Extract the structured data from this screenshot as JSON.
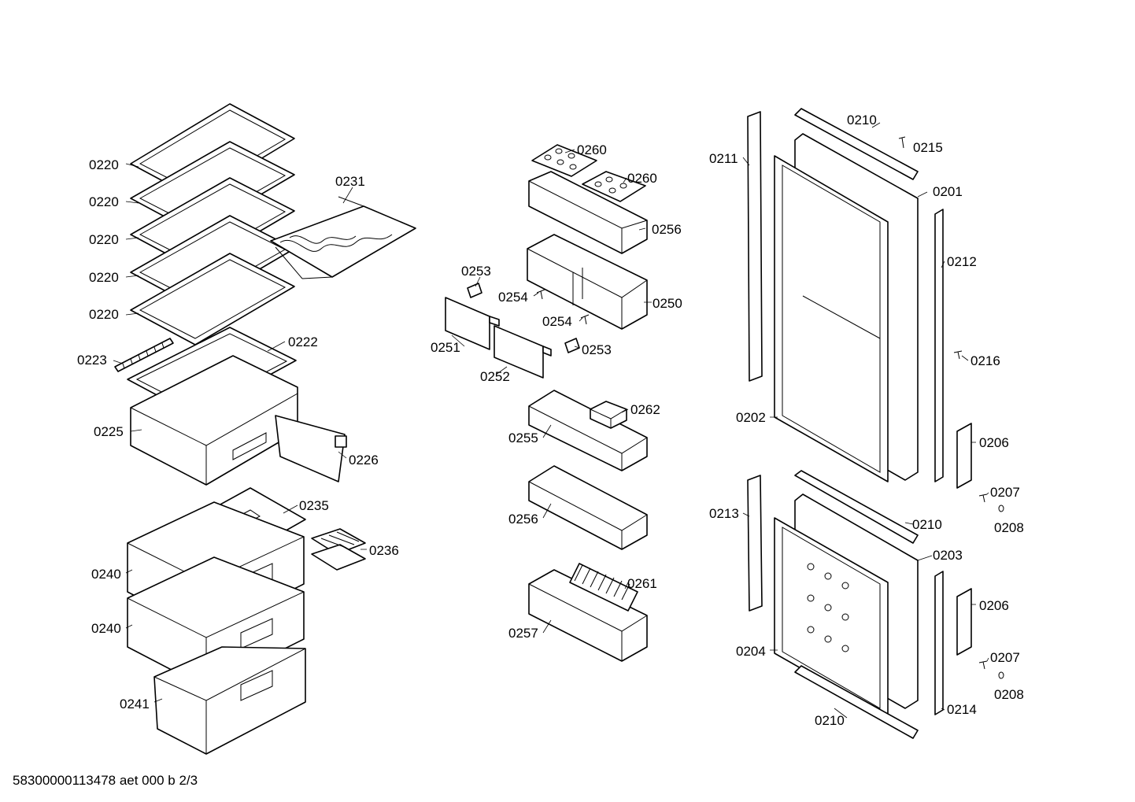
{
  "labels": {
    "l0220a": "0220",
    "l0220b": "0220",
    "l0220c": "0220",
    "l0220d": "0220",
    "l0220e": "0220",
    "l0223": "0223",
    "l0222": "0222",
    "l0225": "0225",
    "l0226": "0226",
    "l0231": "0231",
    "l0235": "0235",
    "l0236": "0236",
    "l0240a": "0240",
    "l0240b": "0240",
    "l0241": "0241",
    "l0260a": "0260",
    "l0260b": "0260",
    "l0256a": "0256",
    "l0253a": "0253",
    "l0254a": "0254",
    "l0250": "0250",
    "l0254b": "0254",
    "l0251": "0251",
    "l0253b": "0253",
    "l0252": "0252",
    "l0262": "0262",
    "l0255": "0255",
    "l0256b": "0256",
    "l0261": "0261",
    "l0257": "0257",
    "l0210a": "0210",
    "l0211": "0211",
    "l0215": "0215",
    "l0201": "0201",
    "l0212": "0212",
    "l0216": "0216",
    "l0202": "0202",
    "l0206a": "0206",
    "l0207a": "0207",
    "l0208a": "0208",
    "l0213": "0213",
    "l0210b": "0210",
    "l0203": "0203",
    "l0206b": "0206",
    "l0204": "0204",
    "l0207b": "0207",
    "l0208b": "0208",
    "l0214": "0214",
    "l0210c": "0210"
  },
  "footer": "58300000113478 aet 000 b 2/3"
}
